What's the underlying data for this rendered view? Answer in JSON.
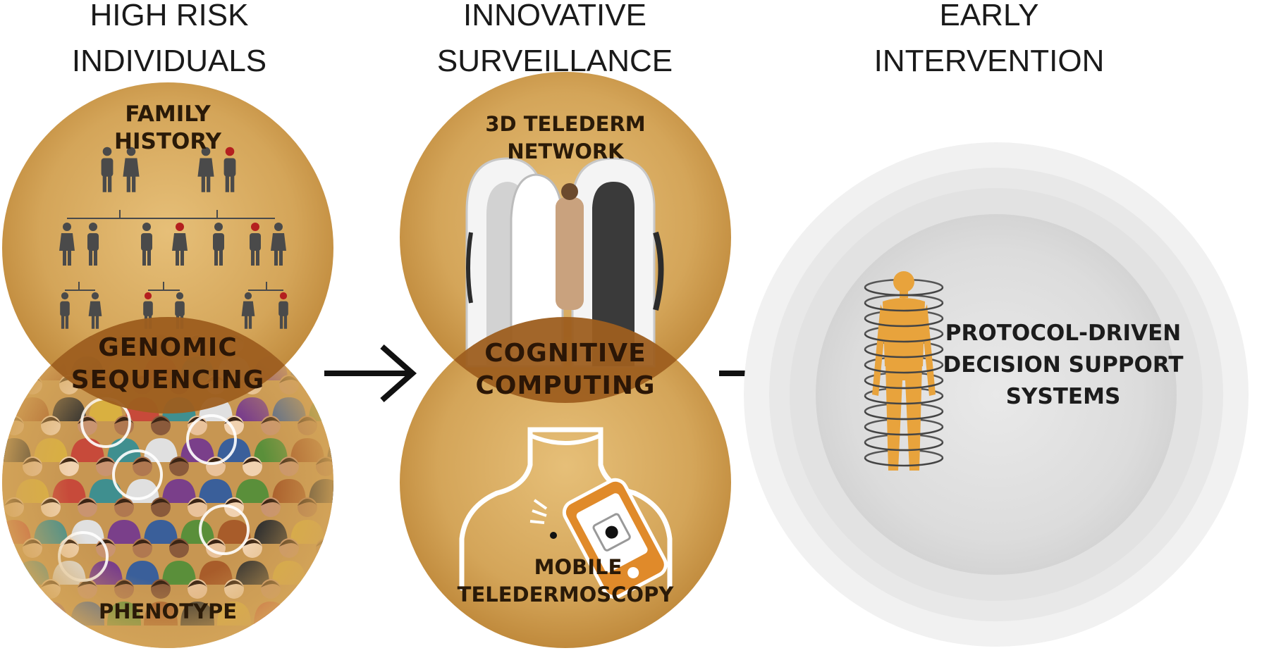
{
  "columns": {
    "high_risk": {
      "line1": "HIGH RISK",
      "line2": "INDIVIDUALS"
    },
    "surveillance": {
      "line1": "INNOVATIVE",
      "line2": "SURVEILLANCE"
    },
    "intervention": {
      "line1": "EARLY",
      "line2": "INTERVENTION"
    }
  },
  "high_risk": {
    "top": {
      "line1": "FAMILY",
      "line2": "HISTORY"
    },
    "overlap": {
      "line1": "GENOMIC",
      "line2": "SEQUENCING"
    },
    "bottom": {
      "line1": "PHENOTYPE"
    }
  },
  "surveillance": {
    "top": {
      "line1": "3D TELEDERM",
      "line2": "NETWORK"
    },
    "overlap": {
      "line1": "COGNITIVE",
      "line2": "COMPUTING"
    },
    "bottom": {
      "line1": "MOBILE",
      "line2": "TELEDERMOSCOPY"
    }
  },
  "intervention": {
    "label": {
      "line1": "PROTOCOL-DRIVEN",
      "line2": "DECISION SUPPORT",
      "line3": "SYSTEMS"
    }
  },
  "colors": {
    "gold": "#d4a559",
    "dark_gold": "#b87c2f",
    "lens": "#9a5a1c",
    "affected_red": "#b41f1f",
    "person_gray": "#4a4a4a",
    "figure_orange": "#e8a33c",
    "arrow": "#111111"
  },
  "icons": [
    "pedigree-icon",
    "crowd-icon",
    "body-scanner-icon",
    "smartphone-icon",
    "human-figure-icon",
    "arrow-right-icon"
  ]
}
